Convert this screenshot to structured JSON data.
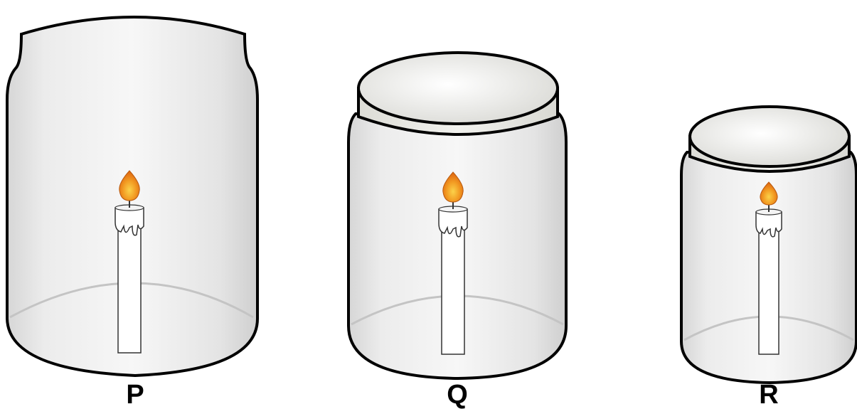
{
  "figure": {
    "jars": [
      {
        "id": "P",
        "label": "P",
        "lid": "none"
      },
      {
        "id": "Q",
        "label": "Q",
        "lid": "open-lid"
      },
      {
        "id": "R",
        "label": "R",
        "lid": "open-lid"
      }
    ],
    "colors": {
      "outline": "#000000",
      "glass": "#e6e6e6",
      "candle": "#ffffff",
      "flame_outer": "#f0a020",
      "flame_inner": "#e05a10",
      "base_ellipse": "#c8c8c8"
    },
    "icons": [
      "jar-icon",
      "candle-icon",
      "flame-icon",
      "lid-icon"
    ]
  }
}
